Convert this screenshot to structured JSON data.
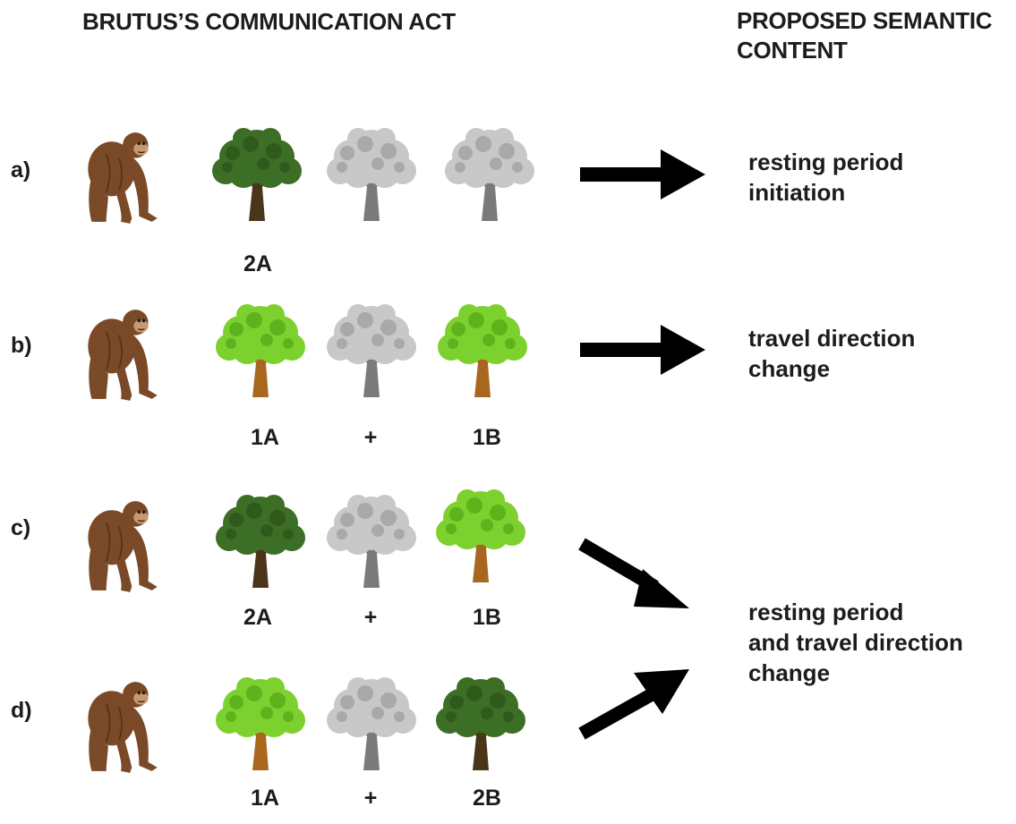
{
  "headings": {
    "act": "BRUTUS’S COMMUNICATION ACT",
    "semantic_line1": "PROPOSED SEMANTIC",
    "semantic_line2": "CONTENT"
  },
  "colors": {
    "dark_green_tree": "#3d6e26",
    "light_green_tree": "#7dd12e",
    "grey_tree": "#c2c2c2",
    "chimp": "#7a4a28",
    "arrow": "#000000"
  },
  "rows": [
    {
      "label": "a)",
      "trees": [
        "dark-green",
        "grey",
        "grey"
      ],
      "codes": [
        "2A",
        "",
        ""
      ],
      "meaning": [
        "resting period",
        "initiation"
      ]
    },
    {
      "label": "b)",
      "trees": [
        "light-green",
        "grey",
        "light-green"
      ],
      "codes": [
        "1A",
        "+",
        "1B"
      ],
      "meaning": [
        "travel direction",
        "change"
      ]
    },
    {
      "label": "c)",
      "trees": [
        "dark-green",
        "grey",
        "light-green"
      ],
      "codes": [
        "2A",
        "+",
        "1B"
      ]
    },
    {
      "label": "d)",
      "trees": [
        "light-green",
        "grey",
        "dark-green"
      ],
      "codes": [
        "1A",
        "+",
        "2B"
      ]
    }
  ],
  "shared_meaning": [
    "resting period",
    "and travel direction",
    "change"
  ]
}
